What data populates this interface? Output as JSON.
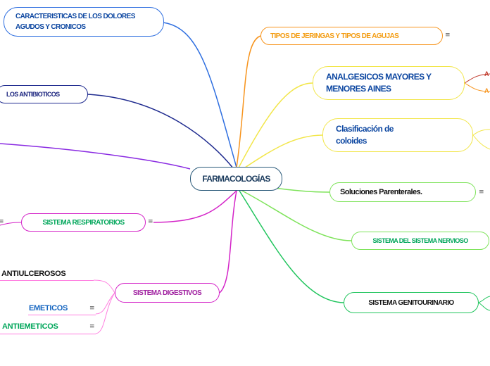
{
  "center": {
    "label": "FARMACOLOGÍAS",
    "color": "#1a3a5c"
  },
  "nodes": {
    "caracteristicas": {
      "label": "CARACTERISTICAS DE LOS DOLORES AGUDOS Y CRONICOS",
      "color": "#0d47a1"
    },
    "antibioticos": {
      "label": "LOS ANTIBIOTICOS",
      "color": "#1a237e"
    },
    "respiratorios": {
      "label": "SISTEMA RESPIRATORIOS",
      "color": "#00a65a"
    },
    "digestivos": {
      "label": "SISTEMA DIGESTIVOS",
      "color": "#a020a0"
    },
    "antiulcerosos": {
      "label": "ANTIULCEROSOS",
      "color": "#111111"
    },
    "emeticos": {
      "label": "EMETICOS",
      "color": "#1565c0"
    },
    "antiemeticos": {
      "label": "ANTIEMETICOS",
      "color": "#00a65a"
    },
    "jeringas": {
      "label": "TIPOS DE JERINGAS Y TIPOS DE AGUJAS",
      "color": "#f39c12"
    },
    "analgesicos": {
      "label": "ANALGESICOS MAYORES Y MENORES AINES",
      "color": "#0d47a1"
    },
    "coloides": {
      "label": "Clasificación de coloides",
      "color": "#0d47a1"
    },
    "parenterales": {
      "label": "Soluciones Parenterales.",
      "color": "#111111"
    },
    "nervioso": {
      "label": "SISTEMA DEL SISTEMA NERVIOSO",
      "color": "#00a65a"
    },
    "genitourinario": {
      "label": "SISTEMA GENITOURINARIO",
      "color": "#111111"
    }
  },
  "fragments": {
    "a1": "A",
    "a2": "A"
  },
  "icons": {
    "menu": "≡"
  },
  "colors": {
    "blue": "#2f6fe0",
    "navy": "#1f2b8f",
    "purple": "#8a2be2",
    "magenta": "#d424c8",
    "pink": "#ff7fe0",
    "green": "#22c55e",
    "orange": "#f7941d",
    "yellow": "#f2e64a",
    "lime": "#7ee35a",
    "red": "#c0392b"
  }
}
